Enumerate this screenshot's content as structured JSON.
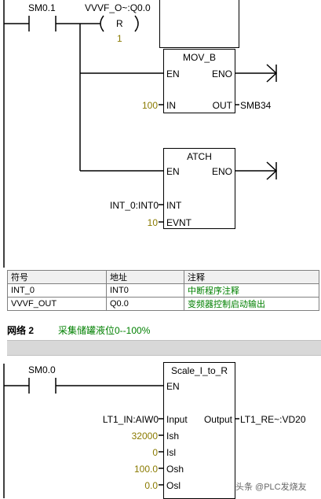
{
  "network1": {
    "contact": "SM0.1",
    "coil_operand": "VVVF_O~:Q0.0",
    "coil_type": "R",
    "coil_count": "1",
    "mov_block": {
      "title": "MOV_B",
      "en": "EN",
      "eno": "ENO",
      "in": "IN",
      "out": "OUT",
      "in_value": "100",
      "out_value": "SMB34"
    },
    "atch_block": {
      "title": "ATCH",
      "en": "EN",
      "eno": "ENO",
      "int": "INT",
      "evnt": "EVNT",
      "int_value": "INT_0:INT0",
      "evnt_value": "10"
    }
  },
  "symbol_table": {
    "headers": [
      "符号",
      "地址",
      "注释"
    ],
    "rows": [
      [
        "INT_0",
        "INT0",
        "中断程序注释"
      ],
      [
        "VVVF_OUT",
        "Q0.0",
        "变频器控制启动输出"
      ]
    ]
  },
  "network2": {
    "label": "网络 2",
    "comment": "采集储罐液位0--100%",
    "contact": "SM0.0",
    "scale_block": {
      "title": "Scale_I_to_R",
      "en": "EN",
      "input": "Input",
      "output": "Output",
      "ish": "Ish",
      "isl": "Isl",
      "osh": "Osh",
      "osl": "Osl",
      "input_value": "LT1_IN:AIW0",
      "output_value": "LT1_RE~:VD20",
      "ish_value": "32000",
      "isl_value": "0",
      "osh_value": "100.0",
      "osl_value": "0.0"
    }
  },
  "watermark": "头条 @PLC发烧友"
}
